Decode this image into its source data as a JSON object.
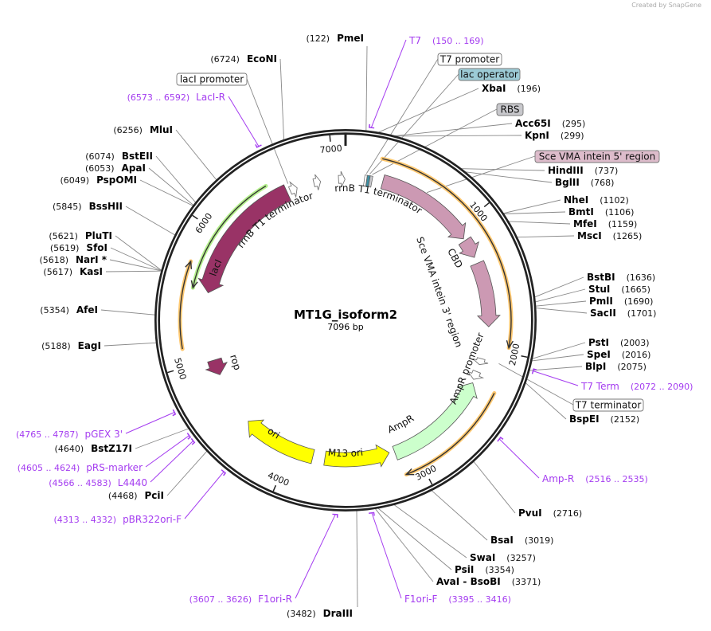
{
  "credit": "Created by SnapGene",
  "plasmid": {
    "name": "MT1G_isoform2",
    "length_label": "7096 bp",
    "length_bp": 7096
  },
  "ticks": [
    "1000",
    "2000",
    "3000",
    "4000",
    "5000",
    "6000",
    "7000"
  ],
  "colors": {
    "lacI": "#993366",
    "sce": "#cc99b3",
    "ampR": "#ccffcc",
    "ori": "#ffff00",
    "orf": "#ffc870",
    "orf_green": "#b4f08c",
    "primer": "#a43cf0",
    "lac_operator": "#9ccbd6",
    "rbs": "#c8c8cc",
    "sce_box": "#ddbccb"
  },
  "sites": [
    {
      "name": "PmeI",
      "pos": "122"
    },
    {
      "name": "EcoNI",
      "pos": "6724"
    },
    {
      "name": "MluI",
      "pos": "6256"
    },
    {
      "name": "BstEII",
      "pos": "6074"
    },
    {
      "name": "ApaI",
      "pos": "6053"
    },
    {
      "name": "PspOMI",
      "pos": "6049"
    },
    {
      "name": "BssHII",
      "pos": "5845"
    },
    {
      "name": "PluTI",
      "pos": "5621"
    },
    {
      "name": "SfoI",
      "pos": "5619"
    },
    {
      "name": "NarI *",
      "pos": "5618"
    },
    {
      "name": "KasI",
      "pos": "5617"
    },
    {
      "name": "AfeI",
      "pos": "5354"
    },
    {
      "name": "EagI",
      "pos": "5188"
    },
    {
      "name": "BstZ17I",
      "pos": "4640"
    },
    {
      "name": "PciI",
      "pos": "4468"
    },
    {
      "name": "DraIII",
      "pos": "3482"
    },
    {
      "name": "XbaI",
      "pos": "196"
    },
    {
      "name": "Acc65I",
      "pos": "295"
    },
    {
      "name": "KpnI",
      "pos": "299"
    },
    {
      "name": "HindIII",
      "pos": "737"
    },
    {
      "name": "BglII",
      "pos": "768"
    },
    {
      "name": "NheI",
      "pos": "1102"
    },
    {
      "name": "BmtI",
      "pos": "1106"
    },
    {
      "name": "MfeI",
      "pos": "1159"
    },
    {
      "name": "MscI",
      "pos": "1265"
    },
    {
      "name": "BstBI",
      "pos": "1636"
    },
    {
      "name": "StuI",
      "pos": "1665"
    },
    {
      "name": "PmlI",
      "pos": "1690"
    },
    {
      "name": "SacII",
      "pos": "1701"
    },
    {
      "name": "PstI",
      "pos": "2003"
    },
    {
      "name": "SpeI",
      "pos": "2016"
    },
    {
      "name": "BlpI",
      "pos": "2075"
    },
    {
      "name": "BspEI",
      "pos": "2152"
    },
    {
      "name": "PvuI",
      "pos": "2716"
    },
    {
      "name": "BsaI",
      "pos": "3019"
    },
    {
      "name": "SwaI",
      "pos": "3257"
    },
    {
      "name": "PsiI",
      "pos": "3354"
    },
    {
      "name": "AvaI  - BsoBI",
      "pos": "3371"
    }
  ],
  "primers": [
    {
      "name": "T7",
      "range": "(150 .. 169)",
      "start": 150
    },
    {
      "name": "LacI-R",
      "range": "(6573 .. 6592)",
      "start": 6573
    },
    {
      "name": "T7 Term",
      "range": "(2072 .. 2090)",
      "start": 2072
    },
    {
      "name": "Amp-R",
      "range": "(2516 .. 2535)",
      "start": 2516
    },
    {
      "name": "F1ori-F",
      "range": "(3395 .. 3416)",
      "start": 3395
    },
    {
      "name": "F1ori-R",
      "range": "(3607 .. 3626)",
      "start": 3607
    },
    {
      "name": "pBR322ori-F",
      "range": "(4313 .. 4332)",
      "start": 4313
    },
    {
      "name": "L4440",
      "range": "(4566 .. 4583)",
      "start": 4566
    },
    {
      "name": "pRS-marker",
      "range": "(4605 .. 4624)",
      "start": 4605
    },
    {
      "name": "pGEX 3'",
      "range": "(4765 .. 4787)",
      "start": 4765
    }
  ],
  "features": [
    {
      "name": "lacI",
      "start": 5545,
      "end": 6613,
      "direction": "reverse",
      "color": "#993366"
    },
    {
      "name": "Sce VMA intein 5' region",
      "start": 296,
      "end": 1092,
      "direction": "forward",
      "color": "#cc99b3"
    },
    {
      "name": "CBD",
      "start": 1110,
      "end": 1262,
      "direction": "forward",
      "color": "#cc99b3"
    },
    {
      "name": "Sce VMA intein 3' region",
      "start": 1313,
      "end": 1825,
      "direction": "forward",
      "color": "#cc99b3"
    },
    {
      "name": "AmpR",
      "start": 2290,
      "end": 3145,
      "direction": "reverse",
      "color": "#ccffcc"
    },
    {
      "name": "M13 ori",
      "start": 3188,
      "end": 3716,
      "direction": "reverse",
      "color": "#ffff00"
    },
    {
      "name": "ori",
      "start": 3814,
      "end": 4415,
      "direction": "forward",
      "color": "#ffff00"
    },
    {
      "name": "rop",
      "start": 4860,
      "end": 4990,
      "direction": "reverse",
      "color": "#993366"
    }
  ],
  "small_features": [
    {
      "name": "rrnB T1 terminator",
      "start": 6640,
      "end": 6700
    },
    {
      "name": "rrnB T1 terminator",
      "start": 6840,
      "end": 6895
    },
    {
      "name": "rrnB T1 terminator",
      "start": 7040,
      "end": 7092
    },
    {
      "name": "AmpR promoter",
      "start": 2085,
      "end": 2135
    },
    {
      "name": "AmpR promoter",
      "start": 2195,
      "end": 2262
    }
  ],
  "inner_labels": {
    "rrnB_left": "rrnB T1 terminator",
    "rrnB_right": "rrnB T1 terminator",
    "cbd": "CBD",
    "sce3": "Sce VMA intein 3' region",
    "ampr_promoter": "AmpR promoter",
    "ampr": "AmpR",
    "ori": "ori",
    "m13": "M13 ori",
    "rop": "rop",
    "laci": "lacI"
  },
  "boxed_labels": [
    {
      "name": "lacI promoter",
      "target": 6645
    },
    {
      "name": "T7 promoter",
      "target": 160
    },
    {
      "name": "lac operator",
      "target": 185
    },
    {
      "name": "RBS",
      "target": 205
    },
    {
      "name": "Sce VMA intein 5' region",
      "target": 640
    },
    {
      "name": "T7 terminator",
      "target": 2085
    }
  ],
  "orfs": [
    {
      "start": 253,
      "end": 1963,
      "direction": "forward",
      "color": "#ffc870"
    },
    {
      "start": 2288,
      "end": 3124,
      "direction": "forward",
      "color": "#ffc870"
    },
    {
      "start": 5125,
      "end": 5733,
      "direction": "forward",
      "color": "#ffc870"
    },
    {
      "start": 5559,
      "end": 6491,
      "direction": "reverse",
      "color": "#b4f08c"
    }
  ]
}
